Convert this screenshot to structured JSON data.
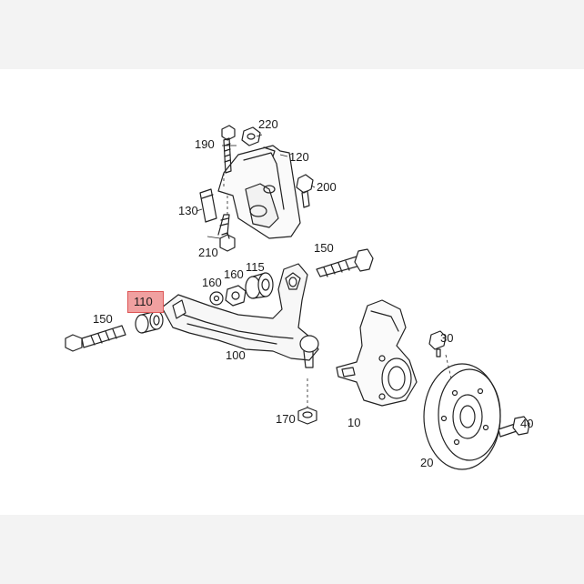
{
  "diagram": {
    "highlight_color": "#f0a0a0",
    "parts": [
      {
        "id": "p190",
        "label": "190"
      },
      {
        "id": "p220",
        "label": "220"
      },
      {
        "id": "p120",
        "label": "120"
      },
      {
        "id": "p200",
        "label": "200"
      },
      {
        "id": "p130",
        "label": "130"
      },
      {
        "id": "p210",
        "label": "210"
      },
      {
        "id": "p150a",
        "label": "150"
      },
      {
        "id": "p160a",
        "label": "160"
      },
      {
        "id": "p160b",
        "label": "160"
      },
      {
        "id": "p115",
        "label": "115"
      },
      {
        "id": "p110",
        "label": "110"
      },
      {
        "id": "p150b",
        "label": "150"
      },
      {
        "id": "p100",
        "label": "100"
      },
      {
        "id": "p30",
        "label": "30"
      },
      {
        "id": "p170",
        "label": "170"
      },
      {
        "id": "p10",
        "label": "10"
      },
      {
        "id": "p40",
        "label": "40"
      },
      {
        "id": "p20",
        "label": "20"
      }
    ]
  }
}
